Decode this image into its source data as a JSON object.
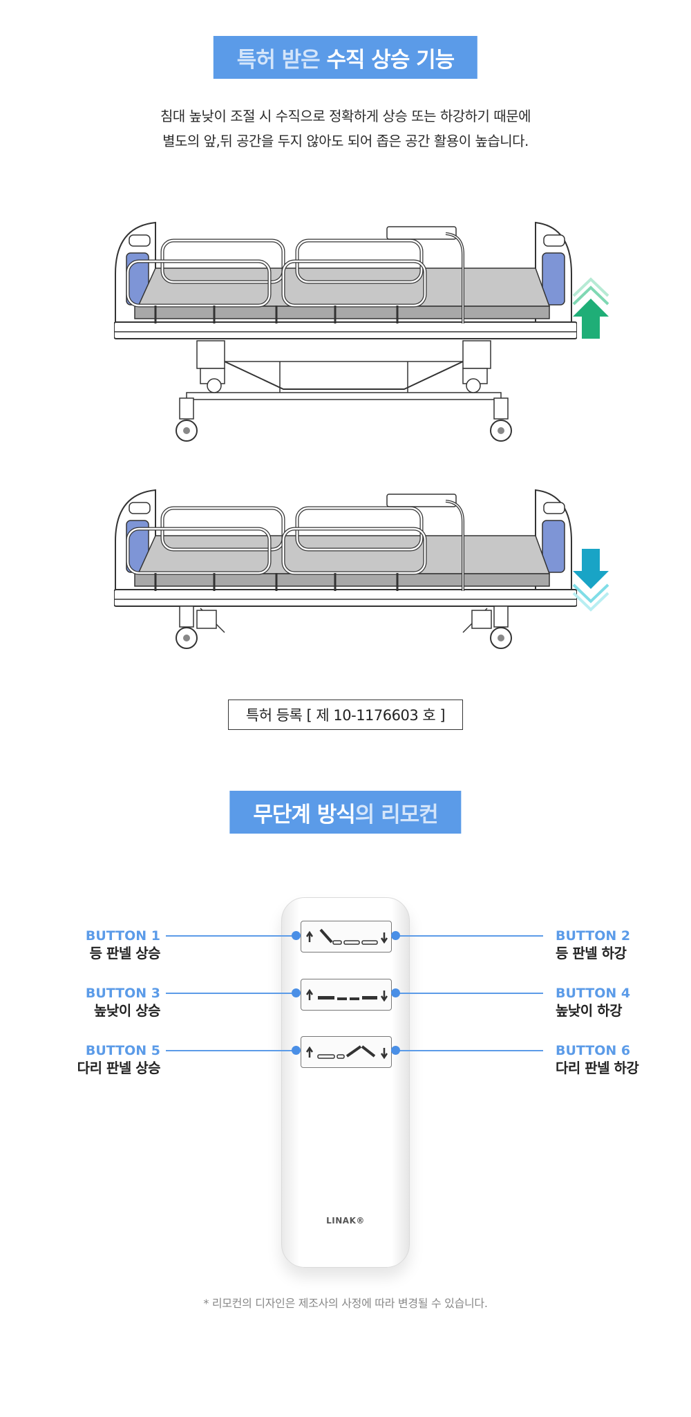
{
  "section1": {
    "title_light": "특허 받은",
    "title_bold": "수직 상승 기능",
    "desc_line1": "침대 높낮이 조절 시 수직으로 정확하게 상승 또는 하강하기 때문에",
    "desc_line2": "별도의 앞,뒤 공간을 두지 않아도 되어 좁은 공간 활용이 높습니다.",
    "patent_label": "특허 등록 [ 제 10-1176603 호 ]"
  },
  "section2": {
    "title_bold": "무단계 방식",
    "title_mid": "의",
    "title_light": "리모컨",
    "brand": "LINAK®",
    "buttons": [
      {
        "name": "BUTTON 1",
        "desc": "등 판넬 상승"
      },
      {
        "name": "BUTTON 2",
        "desc": "등 판넬 하강"
      },
      {
        "name": "BUTTON 3",
        "desc": "높낮이 상승"
      },
      {
        "name": "BUTTON 4",
        "desc": "높낮이 하강"
      },
      {
        "name": "BUTTON 5",
        "desc": "다리 판넬 상승"
      },
      {
        "name": "BUTTON 6",
        "desc": "다리 판넬 하강"
      }
    ],
    "note": "* 리모컨의 디자인은 제조사의 사정에 따라 변경될 수 있습니다."
  },
  "colors": {
    "accent": "#5b9be8",
    "up_arrow": "#1fae77",
    "down_arrow": "#19a4c6",
    "panel_blue": "#7e95d6"
  }
}
